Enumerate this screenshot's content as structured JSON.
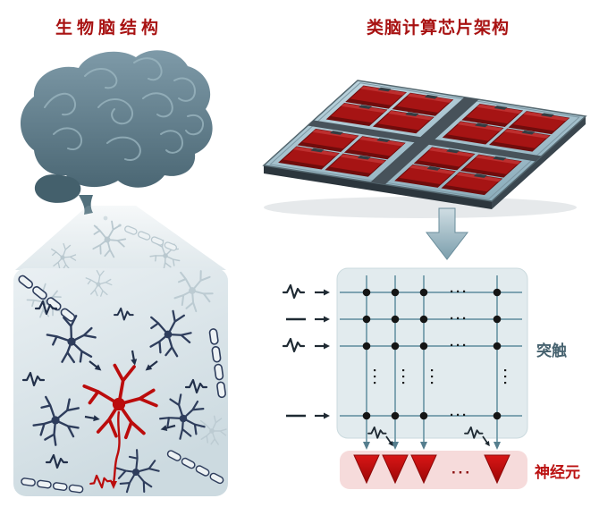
{
  "titles": {
    "left": "生物脑结构",
    "right": "类脑计算芯片架构"
  },
  "labels": {
    "synapse": "突触",
    "neuron": "神经元",
    "ellipsis": "···"
  },
  "colors": {
    "title_red": "#a81212",
    "neuron_red": "#bb0c0c",
    "neuron_navy": "#2e3d5c",
    "chip_tile_red": "#a61414",
    "chip_board_blue": "#a3c1cd",
    "crossbar_line": "#6f99a8",
    "panel_bg": "#e2ebee",
    "pink_band": "#f6dbdb",
    "dot_black": "#151515"
  }
}
